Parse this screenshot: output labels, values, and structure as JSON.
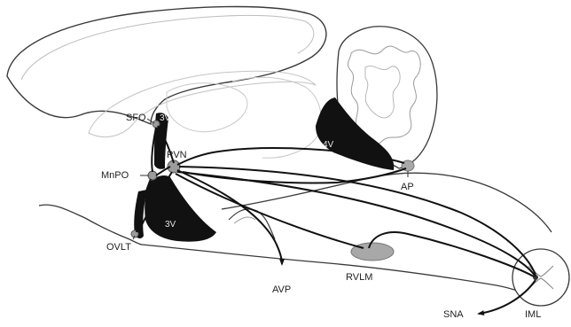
{
  "labels": {
    "sfo": "SFO",
    "third_ventricle_top": "3V",
    "pvn": "PVN",
    "mnpo": "MnPO",
    "third_ventricle": "3V",
    "ovlt": "OVLT",
    "fourth_ventricle": "4V",
    "ap": "AP",
    "rvlm": "RVLM",
    "avp": "AVP",
    "iml": "IML",
    "sna": "SNA"
  },
  "colors": {
    "outline": "#2b2b2b",
    "faint_outline": "#b5b5b5",
    "ventricle_fill": "#111111",
    "nucleus_fill": "#a8a8a8",
    "pathway": "#111111"
  }
}
